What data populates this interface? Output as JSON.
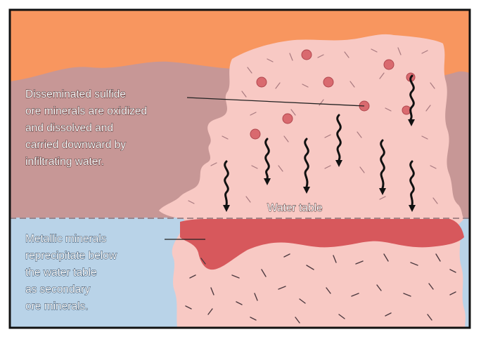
{
  "diagram": {
    "upper_label_lines": [
      "Disseminated sulfide",
      "ore minerals are oxidized",
      "and dissolved and",
      "carried downward by",
      "infiltrating water."
    ],
    "water_table_label": "Water table",
    "lower_label_lines": [
      "Metallic minerals",
      "reprecipitate below",
      "the water table",
      "as secondary",
      "ore minerals."
    ],
    "colors": {
      "surface_layer": "#f8965f",
      "upper_rock": "#c79796",
      "ore_body": "#f8c9c4",
      "groundwater_zone": "#b9d3e8",
      "enriched_zone": "#d7585c",
      "sulfide_grain": "#d96a6f",
      "frame": "#111111"
    }
  }
}
